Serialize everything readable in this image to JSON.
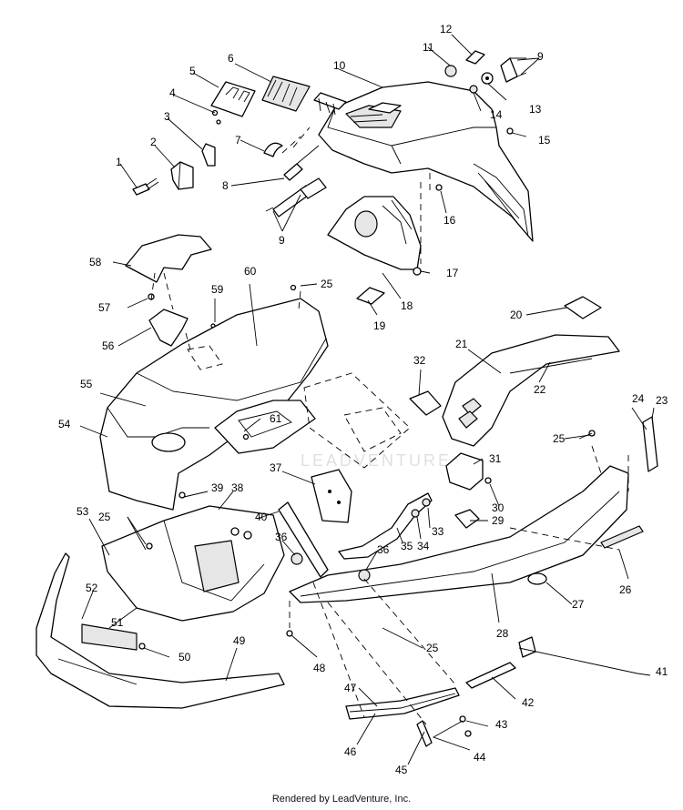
{
  "footer": "Rendered by LeadVenture, Inc.",
  "watermark": "LEADVENTURE",
  "callouts": [
    {
      "n": "1"
    },
    {
      "n": "2"
    },
    {
      "n": "3"
    },
    {
      "n": "4"
    },
    {
      "n": "5"
    },
    {
      "n": "6"
    },
    {
      "n": "7"
    },
    {
      "n": "8"
    },
    {
      "n": "9"
    },
    {
      "n": "9"
    },
    {
      "n": "10"
    },
    {
      "n": "11"
    },
    {
      "n": "12"
    },
    {
      "n": "13"
    },
    {
      "n": "14"
    },
    {
      "n": "15"
    },
    {
      "n": "16"
    },
    {
      "n": "17"
    },
    {
      "n": "18"
    },
    {
      "n": "19"
    },
    {
      "n": "20"
    },
    {
      "n": "21"
    },
    {
      "n": "22"
    },
    {
      "n": "23"
    },
    {
      "n": "24"
    },
    {
      "n": "25"
    },
    {
      "n": "25"
    },
    {
      "n": "25"
    },
    {
      "n": "25"
    },
    {
      "n": "26"
    },
    {
      "n": "27"
    },
    {
      "n": "28"
    },
    {
      "n": "29"
    },
    {
      "n": "30"
    },
    {
      "n": "31"
    },
    {
      "n": "32"
    },
    {
      "n": "33"
    },
    {
      "n": "34"
    },
    {
      "n": "35"
    },
    {
      "n": "36"
    },
    {
      "n": "36"
    },
    {
      "n": "37"
    },
    {
      "n": "38"
    },
    {
      "n": "39"
    },
    {
      "n": "40"
    },
    {
      "n": "41"
    },
    {
      "n": "42"
    },
    {
      "n": "43"
    },
    {
      "n": "44"
    },
    {
      "n": "45"
    },
    {
      "n": "46"
    },
    {
      "n": "47"
    },
    {
      "n": "48"
    },
    {
      "n": "49"
    },
    {
      "n": "50"
    },
    {
      "n": "51"
    },
    {
      "n": "52"
    },
    {
      "n": "53"
    },
    {
      "n": "54"
    },
    {
      "n": "55"
    },
    {
      "n": "56"
    },
    {
      "n": "57"
    },
    {
      "n": "58"
    },
    {
      "n": "59"
    },
    {
      "n": "60"
    },
    {
      "n": "61"
    }
  ]
}
